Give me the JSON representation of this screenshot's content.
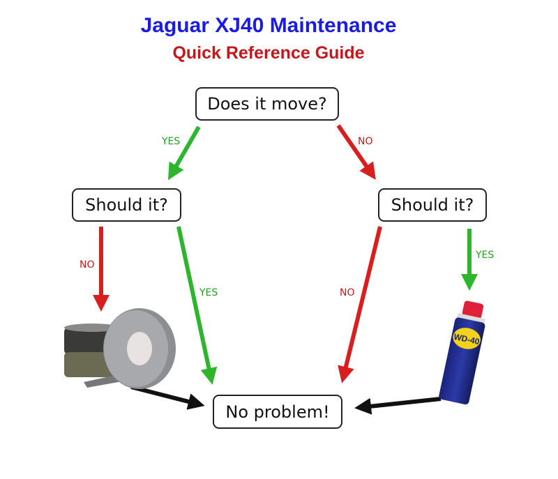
{
  "title": "Jaguar XJ40 Maintenance",
  "subtitle": "Quick Reference Guide",
  "nodes": {
    "start": "Does it move?",
    "should_left": "Should it?",
    "should_right": "Should it?",
    "end": "No problem!"
  },
  "edges": {
    "move_yes": "YES",
    "move_no": "NO",
    "left_no": "NO",
    "left_yes": "YES",
    "right_no": "NO",
    "right_yes": "YES"
  },
  "images": {
    "tape": "duct-tape",
    "spray": "WD-40"
  },
  "colors": {
    "yes": "#2db52d",
    "no": "#d81e1e",
    "title": "#1c1ce0",
    "subtitle": "#c4171c"
  }
}
